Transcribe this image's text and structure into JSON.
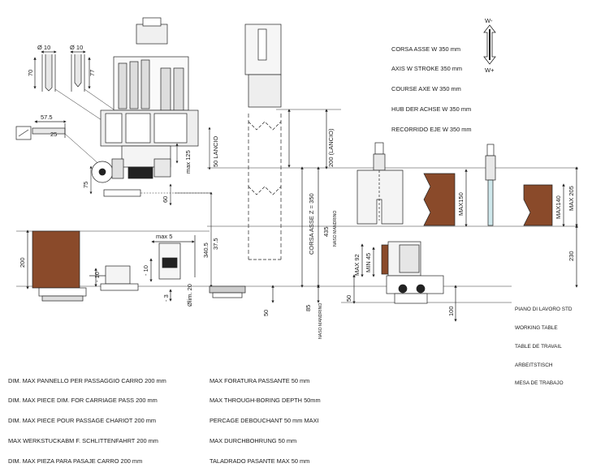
{
  "stroke_notes": [
    "CORSA ASSE W 350 mm",
    "AXIS W STROKE 350 mm",
    "COURSE AXE W 350 mm",
    "HUB DER ACHSE W 350 mm",
    "RECORRIDO EJE W 350 mm"
  ],
  "w_axis": {
    "minus": "W-",
    "plus": "W+"
  },
  "table_notes": [
    "PIANO DI LAVORO STD",
    "WORKING TABLE",
    "TABLE DE TRAVAIL",
    "ARBEITSTISCH",
    "MESA DE TRABAJO"
  ],
  "panel_notes": [
    "DIM. MAX PANNELLO PER PASSAGGIO CARRO 200 mm",
    "DIM. MAX PIECE DIM. FOR CARRIAGE PASS 200 mm",
    "DIM. MAX PIECE POUR PASSAGE CHARIOT 200 mm",
    "MAX WERKSTUCKABM F. SCHLITTENFAHRT 200 mm",
    "DIM. MAX PIEZA PARA PASAJE CARRO 200 mm"
  ],
  "boring_notes": [
    "MAX FORATURA PASSANTE 50 mm",
    "MAX THROUGH-BORING DEPTH 50mm",
    "PERCAGE DEBOUCHANT 50 mm MAXI",
    "MAX DURCHBOHRUNG 50 mm",
    "TALADRADO PASANTE MAX 50 mm"
  ],
  "dims": {
    "d10_left": "Ø 10",
    "d10_right": "Ø 10",
    "h70": "70",
    "h77": "77",
    "d57_5": "57.5",
    "d25": "25",
    "d75": "75",
    "max125": "max 125",
    "lancio50": "50 LANCIO",
    "d60": "60",
    "d200_panel": "200",
    "max5": "max 5",
    "m10a": "- 10",
    "m10b": "- 10",
    "m3": "- 3",
    "d340_5": "340.5",
    "d37_5": "37.5",
    "lim20": "Ølim. 20",
    "d50_bottom": "50",
    "d85": "85",
    "naso_bottom": "NASO MANDRINO",
    "corsa_z": "CORSA ASSE Z = 350",
    "d435": "435",
    "naso_mid": "NASO MANDRINO",
    "lancio200": "200 (LANCIO)",
    "max150": "MAX150",
    "max140": "MAX140",
    "max205": "MAX 205",
    "max92": "MAX 92",
    "min45": "MIN 45",
    "d50_mid": "50",
    "d230": "230",
    "d100": "100"
  }
}
